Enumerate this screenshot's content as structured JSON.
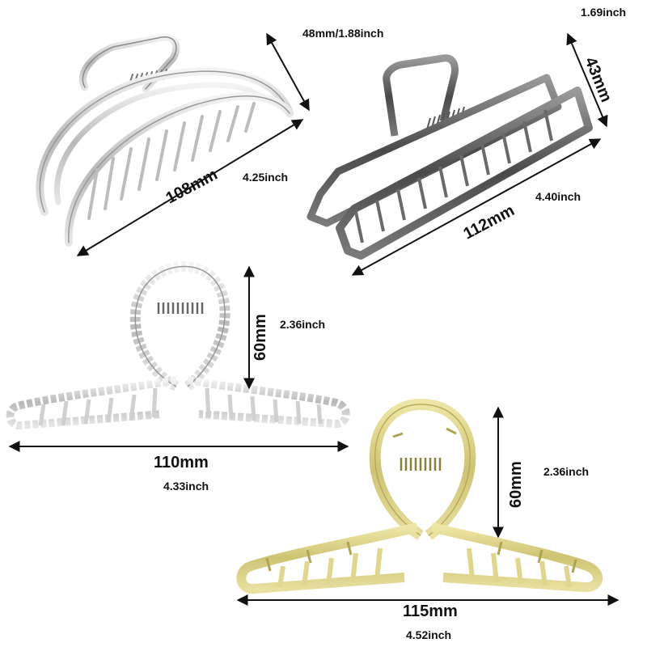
{
  "clips": [
    {
      "name": "silver-rounded-claw-clip",
      "finish": "polished silver",
      "length_mm_label": "108mm",
      "length_inch_label": "4.25inch",
      "height_label": "48mm/1.88inch"
    },
    {
      "name": "gunmetal-rectangular-claw-clip",
      "finish": "dark gunmetal",
      "length_mm_label": "112mm",
      "length_inch_label": "4.40inch",
      "height_mm_label": "43mm",
      "height_inch_label": "1.69inch"
    },
    {
      "name": "hammered-silver-loop-claw-clip",
      "finish": "hammered silver",
      "length_mm_label": "110mm",
      "length_inch_label": "4.33inch",
      "height_mm_label": "60mm",
      "height_inch_label": "2.36inch"
    },
    {
      "name": "gold-bamboo-loop-claw-clip",
      "finish": "matte gold",
      "length_mm_label": "115mm",
      "length_inch_label": "4.52inch",
      "height_mm_label": "60mm",
      "height_inch_label": "2.36inch"
    }
  ],
  "colors": {
    "background": "#ffffff",
    "silver": "#c8c8c8",
    "gunmetal": "#5a5a5a",
    "gold": "#d9d08a",
    "arrow": "#111111"
  }
}
